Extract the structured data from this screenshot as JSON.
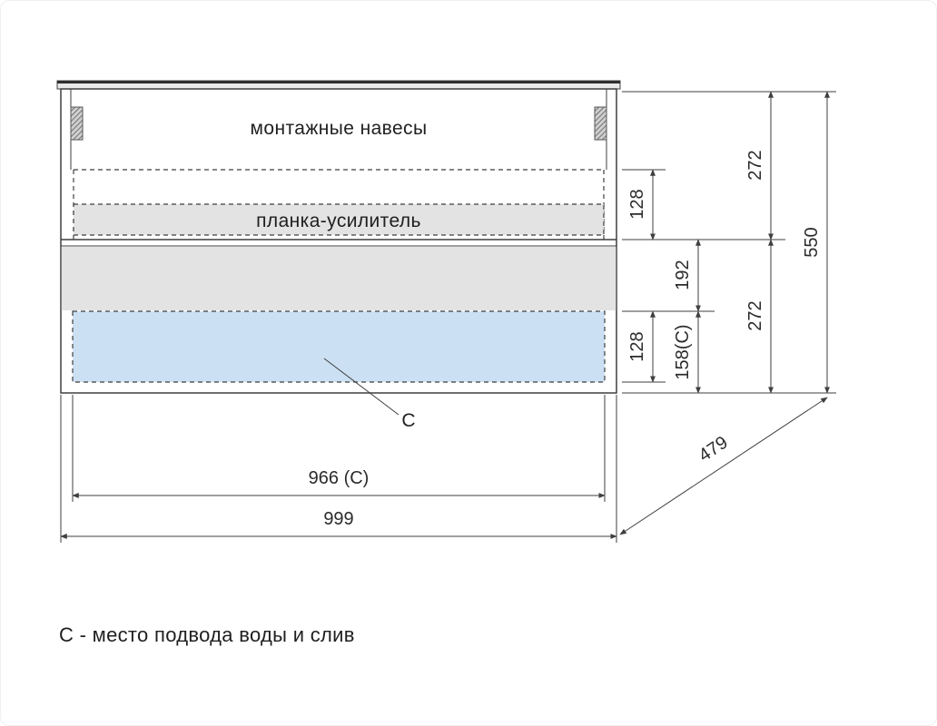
{
  "diagram": {
    "type": "technical-drawing",
    "labels": {
      "mounting_hangers": "монтажные навесы",
      "reinforcement_plank": "планка-усилитель",
      "c_marker": "C",
      "footnote": "С - место подвода воды и слив"
    },
    "dimensions": {
      "top_section_height": "272",
      "hanger_zone_height_top": "128",
      "mid_section_height": "192",
      "bottom_section_height": "272",
      "sink_zone_height": "128",
      "bottom_c_height": "158(C)",
      "total_height": "550",
      "depth": "479",
      "inner_width_c": "966 (C)",
      "total_width": "999"
    },
    "colors": {
      "line": "#3f3f3f",
      "gray_fill": "#e3e3e3",
      "blue_fill": "#cce0f3",
      "counter_fill": "#e9e9e9"
    }
  }
}
